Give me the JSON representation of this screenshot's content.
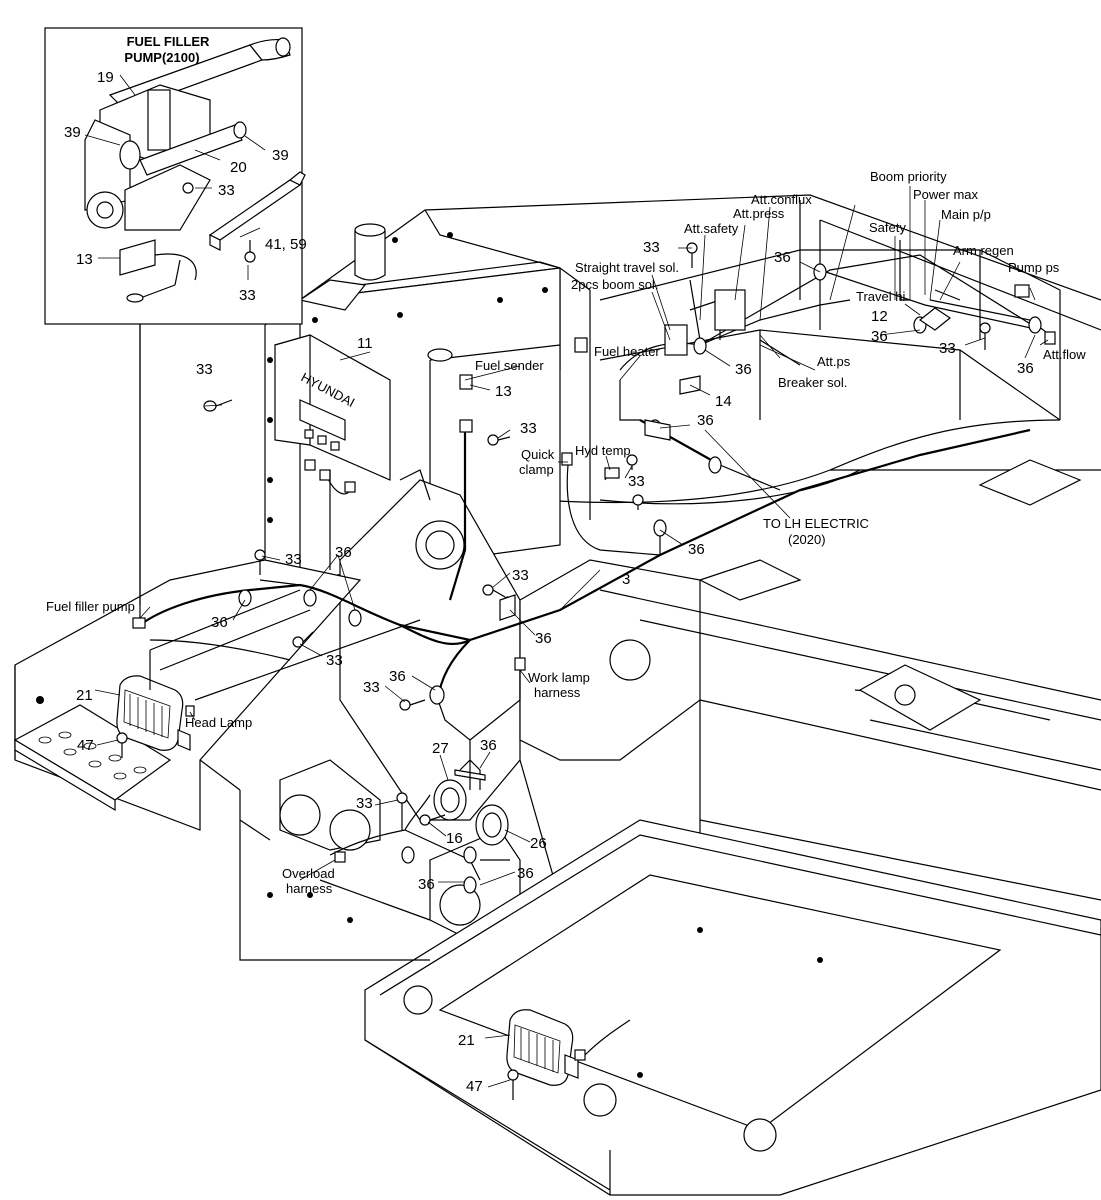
{
  "inset": {
    "title_line1": "FUEL FILLER",
    "title_line2": "PUMP(2100)",
    "callouts": {
      "c19": "19",
      "c39a": "39",
      "c39b": "39",
      "c20": "20",
      "c33a": "33",
      "c13": "13",
      "c41": "41,  59",
      "c33b": "33"
    }
  },
  "labels": {
    "boom_priority": "Boom priority",
    "power_max": "Power max",
    "main_pp": "Main p/p",
    "att_conflux": "Att.conflux",
    "att_press": "Att.press",
    "att_safety": "Att.safety",
    "safety": "Safety",
    "arm_regen": "Arm regen",
    "pump_ps": "Pump ps",
    "straight_travel": "Straight travel sol.",
    "boom_sol": "2pcs boom sol.",
    "travel_hi": "Travel hi",
    "att_flow": "Att.flow",
    "fuel_sender": "Fuel sender",
    "fuel_heater": "Fuel heater",
    "att_ps": "Att.ps",
    "breaker_sol": "Breaker sol.",
    "quick_clamp_1": "Quick",
    "quick_clamp_2": "clamp",
    "hyd_temp": "Hyd temp",
    "to_lh_1": "TO LH ELECTRIC",
    "to_lh_2": "(2020)",
    "fuel_filler_pump": "Fuel filler pump",
    "head_lamp": "Head Lamp",
    "work_lamp_1": "Work lamp",
    "work_lamp_2": "harness",
    "overload_1": "Overload",
    "overload_2": "harness",
    "brand": "HYUNDAI"
  },
  "callouts": {
    "n33_top": "33",
    "n36_top": "36",
    "n12": "12",
    "n36_tr": "36",
    "n33_tr": "33",
    "n36_far": "36",
    "n11": "11",
    "n33_left": "33",
    "n13": "13",
    "n36_mid1": "36",
    "n14": "14",
    "n36_mid2": "36",
    "n33_mid": "33",
    "n33_hyd": "33",
    "n36_c": "36",
    "n3": "3",
    "n33_l2": "33",
    "n36_l2": "36",
    "n33_c2": "33",
    "n36_l3": "36",
    "n33_c3": "33",
    "n36_c3": "36",
    "n33_wl": "33",
    "n36_wl": "36",
    "n21_a": "21",
    "n47_a": "47",
    "n27": "27",
    "n36_h": "36",
    "n33_h": "33",
    "n16": "16",
    "n26": "26",
    "n36_h2": "36",
    "n36_h3": "36",
    "n21_b": "21",
    "n47_b": "47"
  }
}
